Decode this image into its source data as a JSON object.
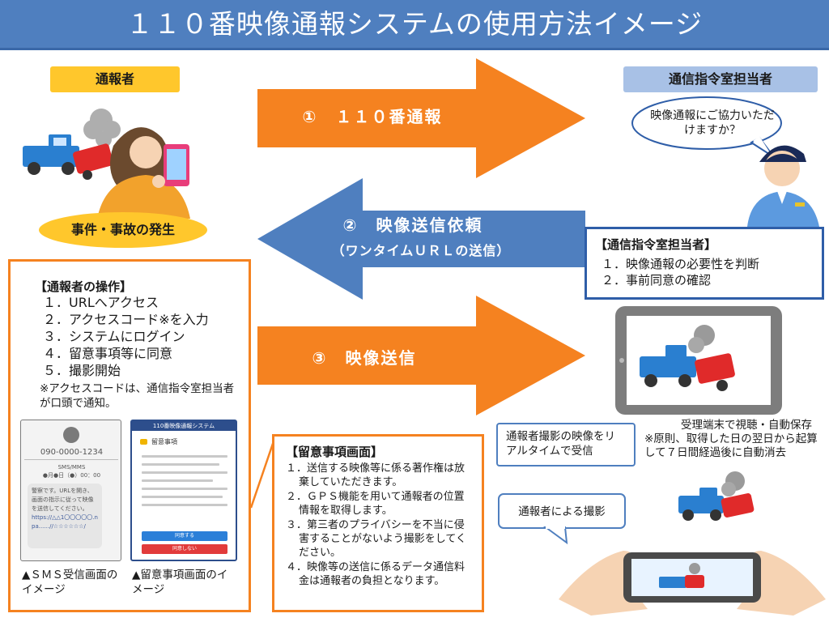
{
  "title": "１１０番映像通報システムの使用方法イメージ",
  "roles": {
    "reporter": "通報者",
    "dispatcher": "通信指令室担当者"
  },
  "arrows": {
    "step1": "①　１１０番通報",
    "step2": "②　映像送信依頼",
    "step2_sub": "（ワンタイムＵＲＬの送信）",
    "step3": "③　映像送信"
  },
  "speech_bubble": "映像通報にご協力いただけますか？",
  "incident_label": "事件・事故の発生",
  "reporter_ops": {
    "title": "【通報者の操作】",
    "items": [
      "１．URLへアクセス",
      "２．アクセスコード※を入力",
      "３．システムにログイン",
      "４．留意事項等に同意",
      "５．撮影開始"
    ],
    "note": "※アクセスコードは、通信指令室担当者が口頭で通知。"
  },
  "dispatcher_box": {
    "title": "【通信指令室担当者】",
    "items": [
      "１．映像通報の必要性を判断",
      "２．事前同意の確認"
    ]
  },
  "notice_box": {
    "title": "【留意事項画面】",
    "items": [
      "１．送信する映像等に係る著作権は放棄していただきます。",
      "２．ＧＰＳ機能を用いて通報者の位置情報を取得します。",
      "３．第三者のプライバシーを不当に侵害することがないよう撮影をしてください。",
      "４．映像等の送信に係るデータ通信料金は通報者の負担となります。"
    ]
  },
  "sms_screen": {
    "phone_number": "090-0000-1234",
    "sms_label": "SMS/MMS",
    "time": "●月●日（●）00：00",
    "body": "警察です。URLを開き、画面の指示に従って映像を送信してください。",
    "link": "https://△△1〇〇〇〇〇.npa......//☆☆☆☆☆☆/",
    "caption": "▲ＳＭＳ受信画面のイメージ"
  },
  "notice_screen": {
    "header": "110番映像通報システム",
    "title": "留意事項",
    "agree": "同意する",
    "disagree": "同意しない",
    "caption": "▲留意事項画面のイメージ"
  },
  "receive_callout": "通報者撮影の映像をリアルタイムで受信",
  "terminal_note": {
    "line1": "受理端末で視聴・自動保存",
    "line2": "※原則、取得した日の翌日から起算して７日間経過後に自動消去"
  },
  "filming_callout": "通報者による撮影",
  "colors": {
    "title_bar": "#4f7fbf",
    "orange_arrow": "#f58220",
    "blue_arrow": "#4f7fbf",
    "yellow": "#ffc72c",
    "light_blue": "#a8c1e6"
  }
}
